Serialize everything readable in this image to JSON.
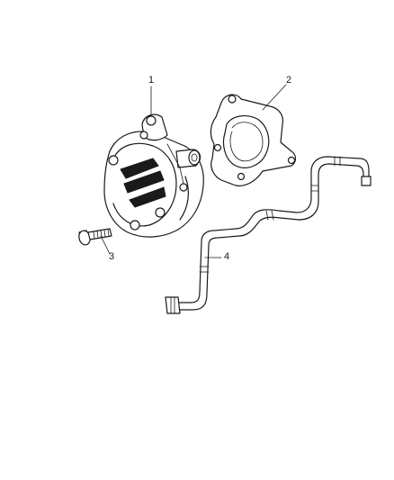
{
  "diagram": {
    "callouts": [
      {
        "id": "1",
        "label": "1",
        "part": "vacuum-pump"
      },
      {
        "id": "2",
        "label": "2",
        "part": "pump-gasket"
      },
      {
        "id": "3",
        "label": "3",
        "part": "mounting-bolt"
      },
      {
        "id": "4",
        "label": "4",
        "part": "vacuum-hose"
      }
    ],
    "line_color": "#1a1a1a",
    "background": "#ffffff"
  }
}
